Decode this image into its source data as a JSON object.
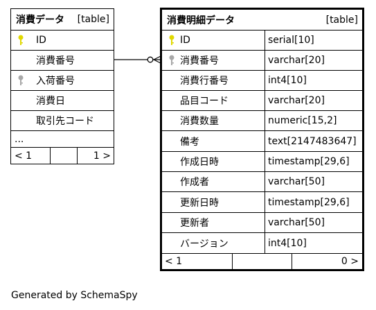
{
  "left_table": {
    "name": "消費データ",
    "type": "[table]",
    "rows": [
      {
        "label": "ID",
        "key": "primary"
      },
      {
        "label": "消費番号",
        "key": "none"
      },
      {
        "label": "入荷番号",
        "key": "foreign"
      },
      {
        "label": "消費日",
        "key": "none"
      },
      {
        "label": "取引先コード",
        "key": "none"
      }
    ],
    "ellipsis": "...",
    "nav": {
      "left": "< 1",
      "right": "1 >"
    }
  },
  "right_table": {
    "name": "消費明細データ",
    "type": "[table]",
    "columns": [
      {
        "name": "ID",
        "type": "serial[10]",
        "key": "primary"
      },
      {
        "name": "消費番号",
        "type": "varchar[20]",
        "key": "foreign"
      },
      {
        "name": "消費行番号",
        "type": "int4[10]",
        "key": "none"
      },
      {
        "name": "品目コード",
        "type": "varchar[20]",
        "key": "none"
      },
      {
        "name": "消費数量",
        "type": "numeric[15,2]",
        "key": "none"
      },
      {
        "name": "備考",
        "type": "text[2147483647]",
        "key": "none"
      },
      {
        "name": "作成日時",
        "type": "timestamp[29,6]",
        "key": "none"
      },
      {
        "name": "作成者",
        "type": "varchar[50]",
        "key": "none"
      },
      {
        "name": "更新日時",
        "type": "timestamp[29,6]",
        "key": "none"
      },
      {
        "name": "更新者",
        "type": "varchar[50]",
        "key": "none"
      },
      {
        "name": "バージョン",
        "type": "int4[10]",
        "key": "none"
      }
    ],
    "nav": {
      "left": "< 1",
      "right": "0 >"
    }
  },
  "colors": {
    "primary_key": "#e0d800",
    "foreign_key": "#a8a8a8",
    "line": "#000000"
  },
  "footer": "Generated by SchemaSpy"
}
